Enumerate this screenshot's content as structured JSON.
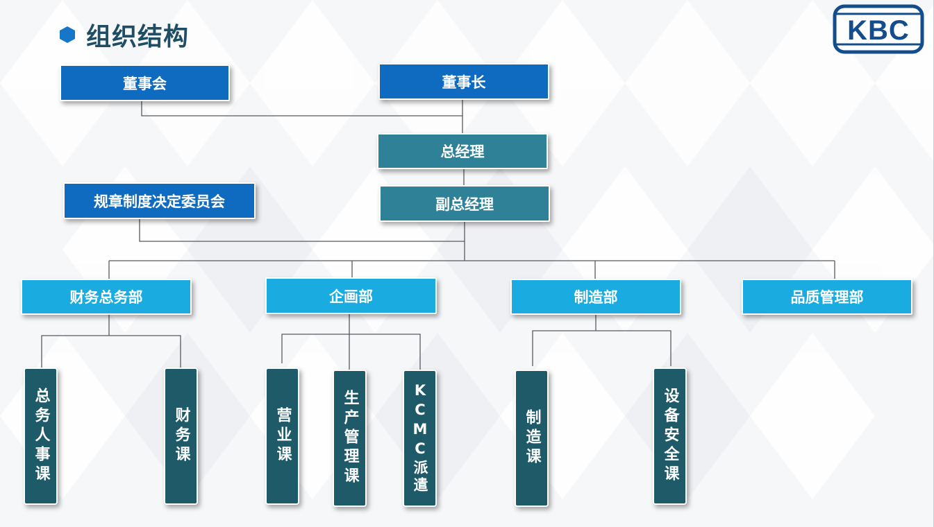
{
  "header": {
    "title": "组织结构",
    "logo_text": "KBC"
  },
  "colors": {
    "dark_blue": "#0e6bbf",
    "teal": "#2e8196",
    "cyan": "#1aace0",
    "deep_teal": "#1e5a68",
    "title": "#1f4e64"
  },
  "top": {
    "board": "董事会",
    "chairman": "董事长",
    "general_manager": "总经理",
    "committee": "规章制度决定委员会",
    "deputy_gm": "副总经理"
  },
  "departments": {
    "finance": "财务总务部",
    "planning": "企画部",
    "manufacturing": "制造部",
    "quality": "品质管理部"
  },
  "sections": {
    "general_hr": "总务人事课",
    "finance_sec": "财务课",
    "sales": "营业课",
    "production": "生产管理课",
    "kcmc": "KCMC派遣",
    "mfg_sec": "制造课",
    "equipment": "设备安全课"
  }
}
